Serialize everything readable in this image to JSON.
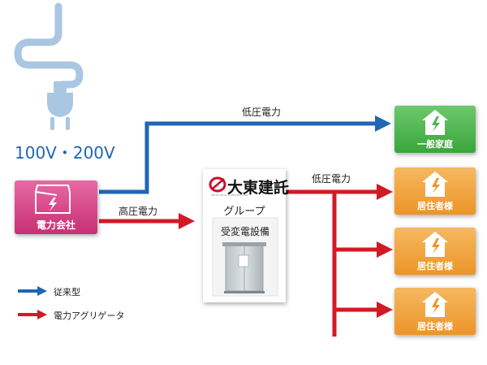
{
  "voltage_label": "100V・200V",
  "power_company": {
    "label": "電力会社"
  },
  "center": {
    "brand": "大東建託",
    "group": "グループ",
    "equipment": "受変電設備",
    "brand_tagline_small": "DAITO TRUST CONSTRUCTION"
  },
  "lines": {
    "top_low_voltage": "低圧電力",
    "high_voltage": "高圧電力",
    "right_low_voltage": "低圧電力"
  },
  "destinations": [
    {
      "label": "一般家庭",
      "color": "#4cb54c"
    },
    {
      "label": "居住者様",
      "color": "#f0a23a"
    },
    {
      "label": "居住者様",
      "color": "#f0a23a"
    },
    {
      "label": "居住者様",
      "color": "#f0a23a"
    }
  ],
  "legend": [
    {
      "label": "従来型",
      "color": "#1f66b5"
    },
    {
      "label": "電力アグリゲータ",
      "color": "#d11a25"
    }
  ],
  "colors": {
    "blue_line": "#1f66b5",
    "red_line": "#d11a25",
    "plug": "#a9c6e2",
    "power_company_pink": "#d73f86",
    "voltage_text": "#1f66b5"
  }
}
